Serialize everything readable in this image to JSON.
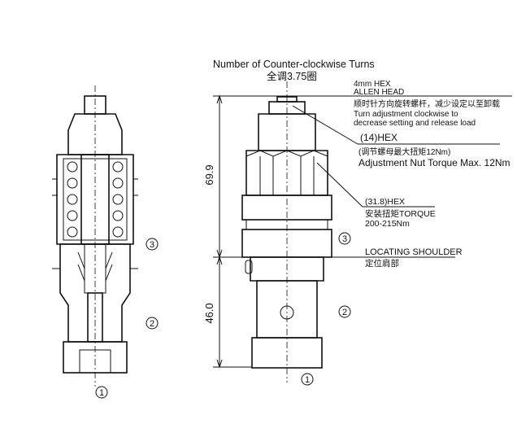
{
  "title": {
    "line1": "Number of Counter-clockwise Turns",
    "line2": "全调3.75圈"
  },
  "annotations": {
    "allen_line1": "4mm HEX",
    "allen_line2": "ALLEN HEAD",
    "turn_cn": "顺时针方向旋转螺杆，减少设定以至卸载",
    "turn_en1": "Turn adjustment clockwise to",
    "turn_en2": "decrease setting and release load",
    "hex14": "(14)HEX",
    "nut_cn": "(调节螺母最大扭矩12Nm)",
    "nut_en": "Adjustment Nut Torque Max. 12Nm",
    "hex318": "(31.8)HEX",
    "torque_cn": "安装扭矩TORQUE",
    "torque_val": "200-215Nm",
    "shoulder_en": "LOCATING SHOULDER",
    "shoulder_cn": "定位肩部"
  },
  "dimensions": {
    "upper": "69.9",
    "lower": "46.0"
  },
  "ports": {
    "p1": "1",
    "p2": "2",
    "p3": "3"
  }
}
